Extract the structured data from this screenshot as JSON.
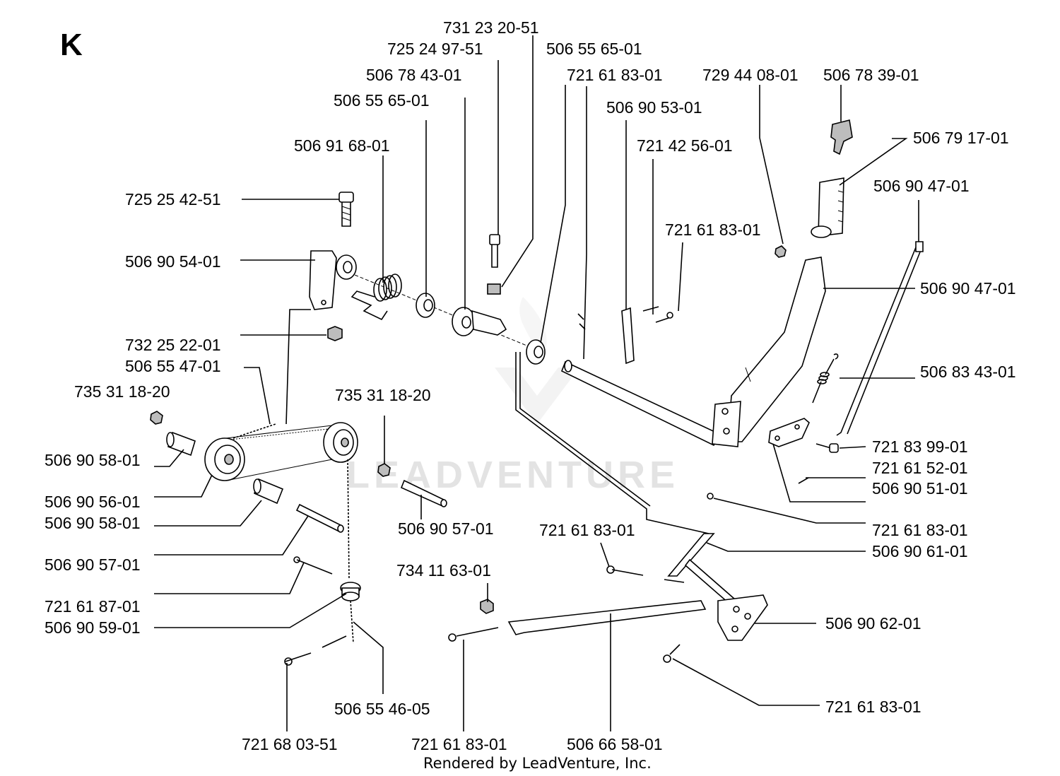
{
  "section_letter": "K",
  "watermark": "LEADVENTURE",
  "footer": "Rendered by LeadVenture, Inc.",
  "labels": [
    "731 23 20-51",
    "725 24 97-51",
    "506 55 65-01",
    "506 78 43-01",
    "721 61 83-01",
    "729 44 08-01",
    "506 78 39-01",
    "506 55 65-01",
    "506 90 53-01",
    "506 91 68-01",
    "721 42 56-01",
    "506 79 17-01",
    "725 25 42-51",
    "506 90 47-01",
    "721 61 83-01",
    "506 90 54-01",
    "506 90 47-01",
    "732 25 22-01",
    "506 55 47-01",
    "506 83 43-01",
    "735 31 18-20",
    "735 31 18-20",
    "721 83 99-01",
    "506 90 58-01",
    "721 61 52-01",
    "506 90 51-01",
    "506 90 56-01",
    "506 90 58-01",
    "506 90 57-01",
    "721 61 83-01",
    "721 61 83-01",
    "506 90 61-01",
    "506 90 57-01",
    "734 11 63-01",
    "721 61 87-01",
    "506 90 62-01",
    "506 90 59-01",
    "721 61 83-01",
    "506 55 46-05",
    "721 68 03-51",
    "721 61 83-01",
    "506 66 58-01"
  ]
}
